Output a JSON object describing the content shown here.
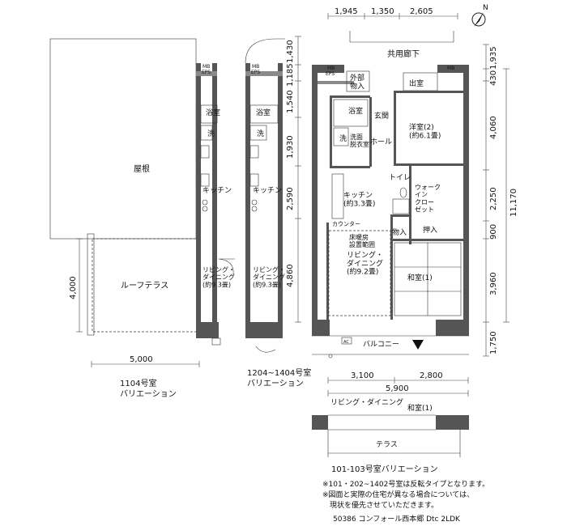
{
  "north": {
    "label": "N"
  },
  "top_dims": [
    "1,945",
    "1,350",
    "2,605"
  ],
  "right_dims": [
    "1,935",
    "430",
    "4,060",
    "2,250",
    "900",
    "3,960",
    "1,750",
    "11,170"
  ],
  "middle_dims": [
    "1,430",
    "1,185",
    "1,540",
    "1,930",
    "2,590",
    "4,860"
  ],
  "bottom_dims": [
    "3,100",
    "2,800",
    "5,900"
  ],
  "left_dims": {
    "width": "5,000",
    "height": "4,000"
  },
  "main_rooms": {
    "corridor": "共用廊下",
    "storage_ext": "外部\n物入",
    "mb": "MB",
    "eps": "EPS",
    "exit": "出室",
    "bath": "浴室",
    "entrance": "玄関",
    "wash": "洗",
    "washroom": "洗面\n脱衣室",
    "hall": "ホール",
    "western": "洋室(2)\n(約6.1畳)",
    "toilet": "トイレ",
    "walkin": "ウォーク\nイン\nクロー\nゼット",
    "storage": "物入",
    "kitchen": "キッチン\n(約3.3畳)",
    "counter": "カウンター",
    "heater": "床暖房\n設置範囲",
    "living": "リビング・\nダイニング\n(約9.2畳)",
    "closet": "押入",
    "japanese": "和室(1)",
    "balcony": "バルコニー",
    "ac": "AC"
  },
  "variant_1104": {
    "roof": "屋根",
    "roof_terrace": "ルーフテラス",
    "bath": "浴室",
    "wash": "洗",
    "kitchen": "キッチン",
    "living": "リビング・\nダイニング\n(約9.3畳)",
    "caption": "1104号室\nバリエーション",
    "mb": "MB",
    "eps": "EPS"
  },
  "variant_1204": {
    "bath": "浴室",
    "wash": "洗",
    "kitchen": "キッチン",
    "living": "リビング・\nダイニング\n(約9.3畳)",
    "caption": "1204~1404号室\nバリエーション",
    "mb": "MB",
    "eps": "EPS"
  },
  "variant_101": {
    "living": "リビング・ダイニング",
    "japanese": "和室(1)",
    "terrace": "テラス",
    "caption": "101-103号室バリエーション"
  },
  "notes": [
    "※101・202~1402号室は反転タイプとなります。",
    "※図面と実際の住宅が異なる場合については、",
    "　現状を優先させていただきます。"
  ],
  "footer": "50386 コンフォール西本郷 Dtc 2LDK"
}
